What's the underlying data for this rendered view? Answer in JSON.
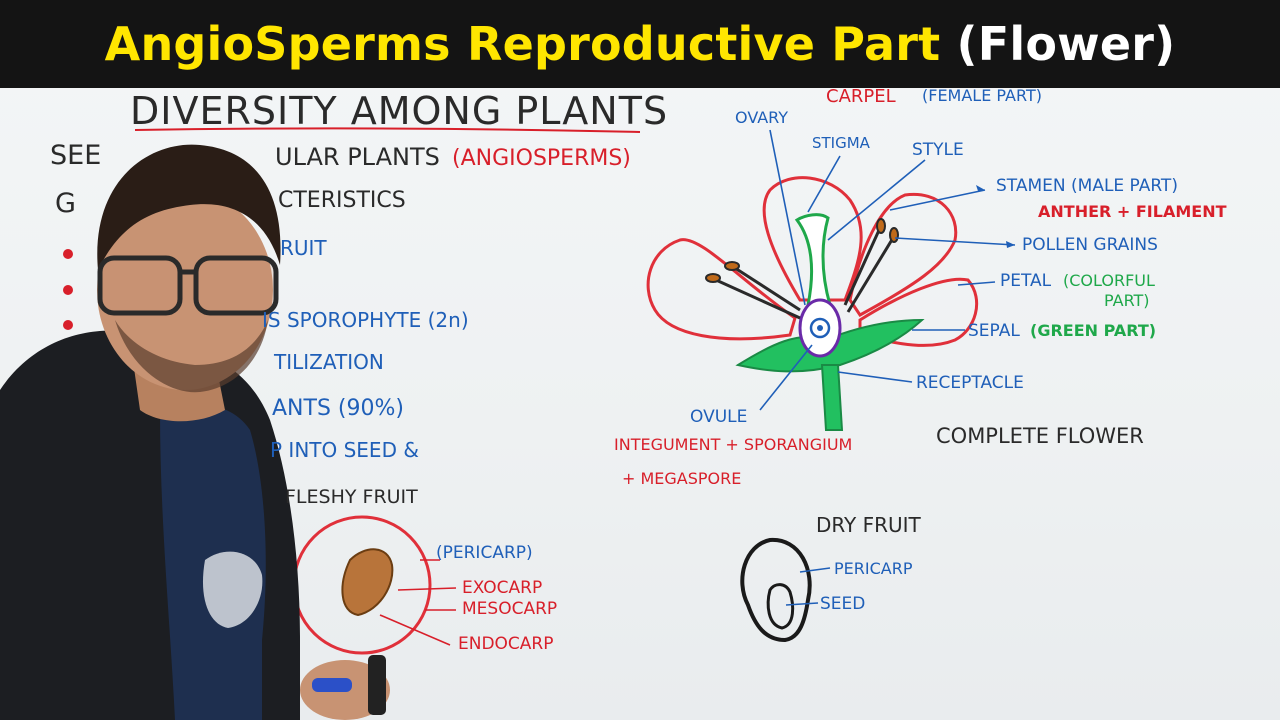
{
  "banner": {
    "title_main": "AngioSperms Reproductive Part ",
    "title_paren": "(Flower)"
  },
  "board": {
    "heading": "DIVERSITY AMONG PLANTS",
    "line_seed_a": "SEE",
    "line_seed_b": "ULAR PLANTS",
    "line_seed_c": "(ANGIOSPERMS)",
    "line_g": "G",
    "line_characteristics": "CTERISTICS",
    "line_fruit": "RUIT",
    "line_sporophyte": "IS SPOROPHYTE (2n)",
    "line_fertilization": "TILIZATION",
    "line_plants": "ANTS (90%)",
    "line_into_seed": "P INTO SEED &",
    "fleshy_fruit": "FLESHY FRUIT",
    "pericarp_paren": "(PERICARP)",
    "exocarp": "EXOCARP",
    "mesocarp": "MESOCARP",
    "endocarp": "ENDOCARP"
  },
  "flower": {
    "carpel": "CARPEL",
    "carpel_female": "(FEMALE PART)",
    "ovary": "OVARY",
    "stigma": "STIGMA",
    "style": "STYLE",
    "stamen": "STAMEN (MALE PART)",
    "anther_filament": "ANTHER + FILAMENT",
    "pollen_grains": "POLLEN GRAINS",
    "petal": "PETAL",
    "colorful_part_1": "(COLORFUL",
    "colorful_part_2": "PART)",
    "sepal": "SEPAL",
    "green_part": "(GREEN PART)",
    "receptacle": "RECEPTACLE",
    "ovule": "OVULE",
    "integument": "INTEGUMENT + SPORANGIUM",
    "megaspore": "+ MEGASPORE",
    "complete_flower": "COMPLETE FLOWER"
  },
  "dry_fruit": {
    "title": "DRY FRUIT",
    "pericarp": "PERICARP",
    "seed": "SEED"
  },
  "colors": {
    "banner_bg": "#141414",
    "banner_text": "#ffe600",
    "marker_blue": "#1f5fb8",
    "marker_red": "#d81f2a",
    "marker_green": "#1fa84a",
    "marker_black": "#2a2a2a",
    "marker_purple": "#6a2aa8"
  }
}
